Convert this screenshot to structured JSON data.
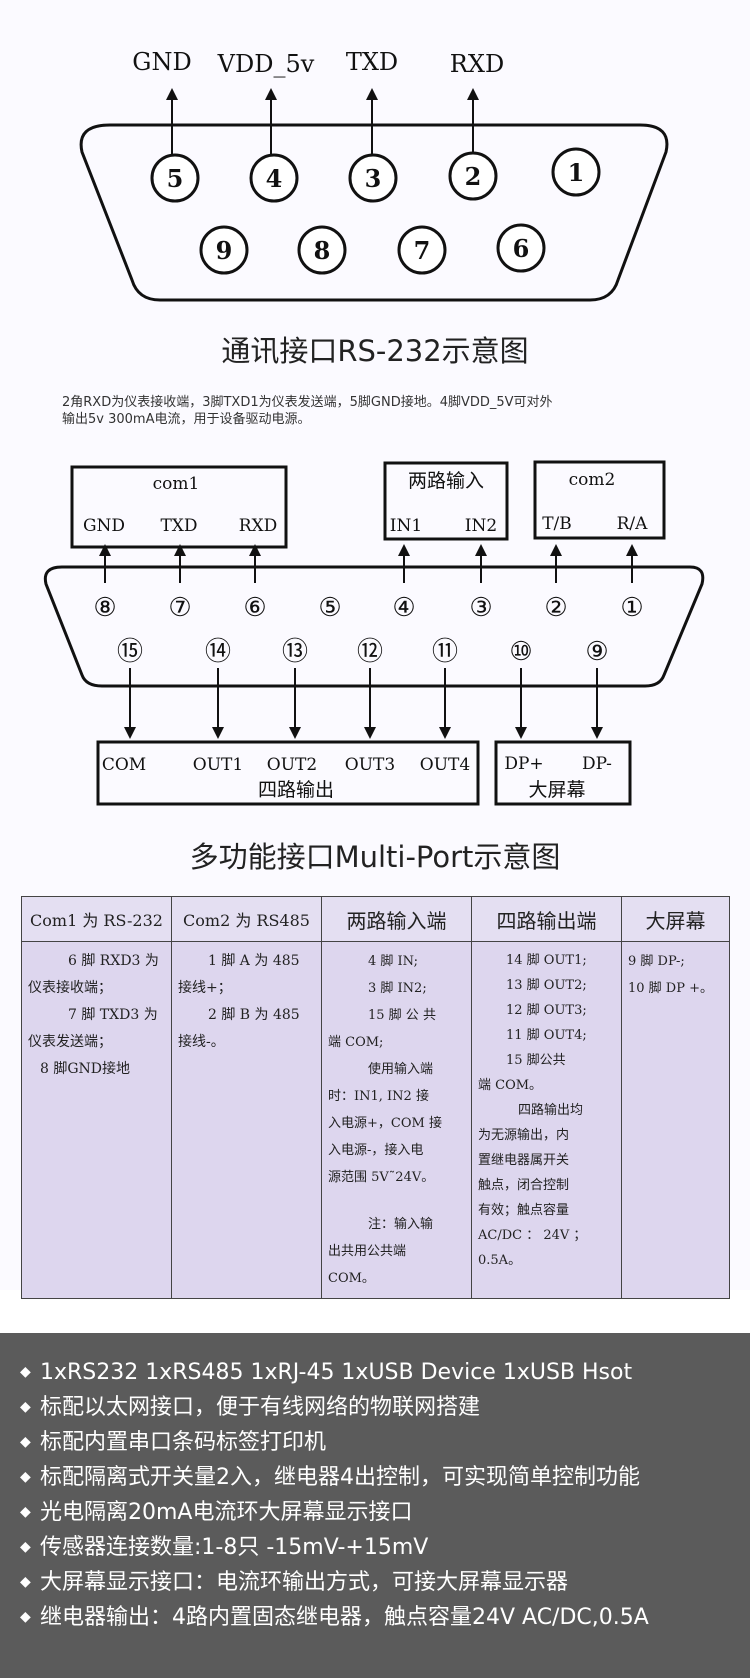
{
  "db9": {
    "labels": [
      "GND",
      "VDD_5v",
      "TXD",
      "RXD"
    ],
    "pins_top": [
      "5",
      "4",
      "3",
      "2",
      "1"
    ],
    "pins_bottom": [
      "9",
      "8",
      "7",
      "6"
    ],
    "caption": "通讯接口RS-232示意图",
    "note_line1": "2角RXD为仪表接收端，3脚TXD1为仪表发送端，5脚GND接地。4脚VDD_5V可对外",
    "note_line2": "输出5v 300mA电流，用于设备驱动电源。"
  },
  "db15": {
    "com1": {
      "title": "com1",
      "pins": [
        "GND",
        "TXD",
        "RXD"
      ]
    },
    "two_input": {
      "title": "两路输入",
      "pins": [
        "IN1",
        "IN2"
      ]
    },
    "com2": {
      "title": "com2",
      "pins": [
        "T/B",
        "R/A"
      ]
    },
    "pins_top": [
      "⑧",
      "⑦",
      "⑥",
      "⑤",
      "④",
      "③",
      "②",
      "①"
    ],
    "pins_bottom": [
      "⑮",
      "⑭",
      "⑬",
      "⑫",
      "⑪",
      "⑩",
      "⑨"
    ],
    "four_output": {
      "title": "四路输出",
      "pins": [
        "COM",
        "OUT1",
        "OUT2",
        "OUT3",
        "OUT4"
      ]
    },
    "big_screen": {
      "title": "大屏幕",
      "pins": [
        "DP+",
        "DP-"
      ]
    },
    "caption": "多功能接口Multi-Port示意图"
  },
  "table": {
    "headers": [
      "Com1 为 RS-232",
      "Com2 为 RS485",
      "两路输入端",
      "四路输出端",
      "大屏幕"
    ],
    "col1": [
      "6 脚 RXD3 为",
      "仪表接收端；",
      "7 脚 TXD3 为",
      "仪表发送端；",
      "8 脚GND接地"
    ],
    "col2": [
      "1 脚 A 为 485",
      "接线+；",
      "2 脚 B 为 485",
      "接线-。"
    ],
    "col3": [
      "4 脚 IN;",
      "3 脚 IN2;",
      "15  脚 公 共",
      "端 COM;",
      "使用输入端",
      "时：IN1, IN2 接",
      "入电源+，COM 接",
      "入电源-，接入电",
      "源范围 5V˜24V。",
      "",
      "注：输入输",
      "出共用公共端",
      "COM。"
    ],
    "col4": [
      "14 脚 OUT1;",
      "13 脚 OUT2;",
      "12 脚 OUT3;",
      "11 脚 OUT4;",
      "15 脚公共",
      "端 COM。",
      "四路输出均",
      "为无源输出，内",
      "置继电器属开关",
      "触点，闭合控制",
      "有效；触点容量",
      "AC/DC ： 24V ；",
      "0.5A。"
    ],
    "col5": [
      "9 脚 DP-;",
      "10 脚 DP +。"
    ]
  },
  "features": [
    "1xRS232 1xRS485 1xRJ-45 1xUSB Device 1xUSB Hsot",
    "标配以太网接口，便于有线网络的物联网搭建",
    "标配内置串口条码标签打印机",
    "标配隔离式开关量2入，继电器4出控制，可实现简单控制功能",
    "光电隔离20mA电流环大屏幕显示接口",
    "传感器连接数量:1-8只 -15mV-+15mV",
    "大屏幕显示接口：电流环输出方式，可接大屏幕显示器",
    "继电器输出：4路内置固态继电器，触点容量24V AC/DC,0.5A"
  ],
  "bullet_glyph": "◆"
}
